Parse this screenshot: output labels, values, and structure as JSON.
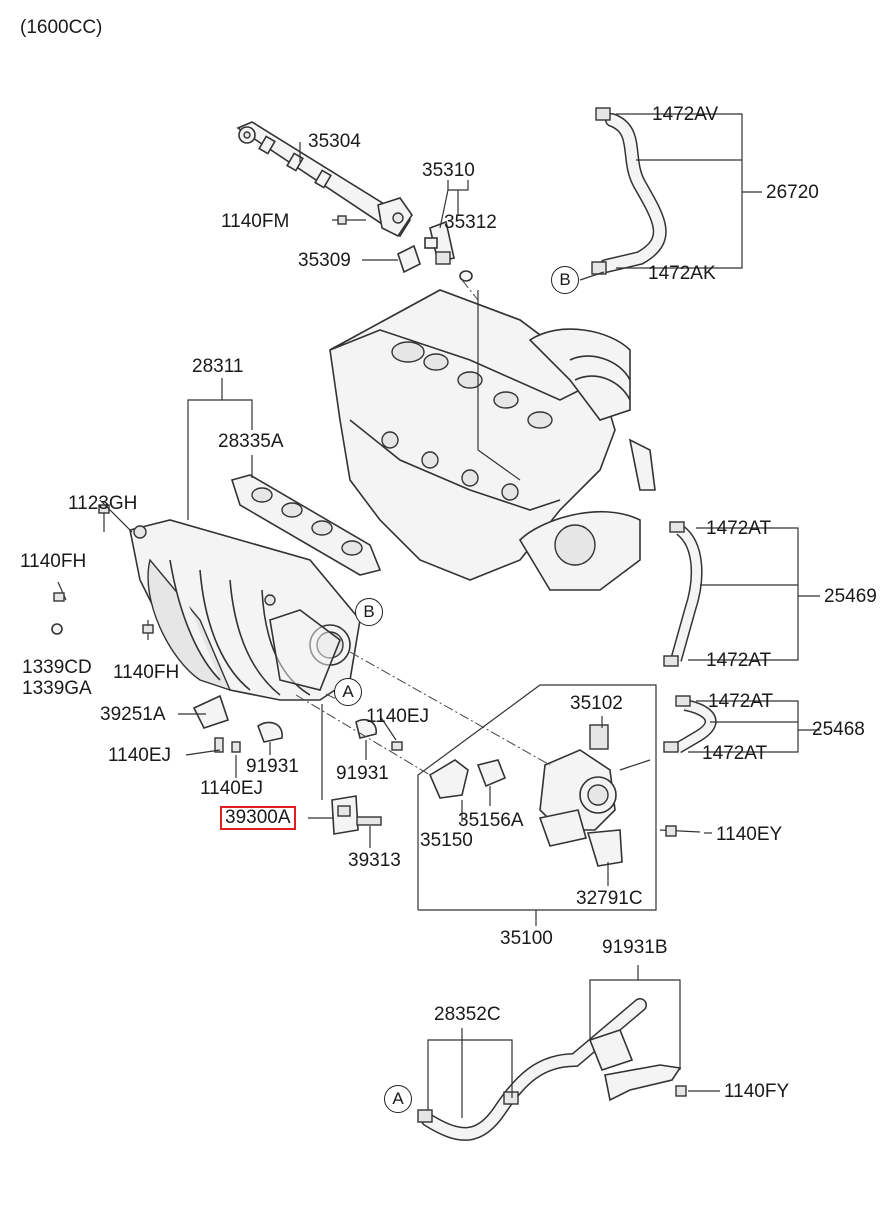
{
  "header": {
    "engine_spec": "(1600CC)"
  },
  "labels": {
    "p35304": "35304",
    "p35310": "35310",
    "p35312": "35312",
    "p1140FM": "1140FM",
    "p35309": "35309",
    "p1472AV": "1472AV",
    "p26720": "26720",
    "p1472AK": "1472AK",
    "p28311": "28311",
    "p28335A": "28335A",
    "p1123GH": "1123GH",
    "p1140FH_a": "1140FH",
    "p1140FH_b": "1140FH",
    "p1339CD": "1339CD",
    "p1339GA": "1339GA",
    "p1472AT_a": "1472AT",
    "p25469": "25469",
    "p1472AT_b": "1472AT",
    "p1472AT_c": "1472AT",
    "p25468": "25468",
    "p1472AT_d": "1472AT",
    "p35102": "35102",
    "p39251A": "39251A",
    "p1140EJ_a": "1140EJ",
    "p1140EJ_b": "1140EJ",
    "p1140EJ_c": "1140EJ",
    "p91931_a": "91931",
    "p91931_b": "91931",
    "p39300A": "39300A",
    "p39313": "39313",
    "p35150": "35150",
    "p35156A": "35156A",
    "p1140EY": "1140EY",
    "p32791C": "32791C",
    "p35100": "35100",
    "p91931B": "91931B",
    "p28352C": "28352C",
    "p1140FY": "1140FY"
  },
  "connectors": {
    "a1": "A",
    "a2": "A",
    "b1": "B",
    "b2": "B"
  },
  "colors": {
    "line": "#333333",
    "highlight": "#e02020",
    "part_fill": "#f4f4f4"
  }
}
